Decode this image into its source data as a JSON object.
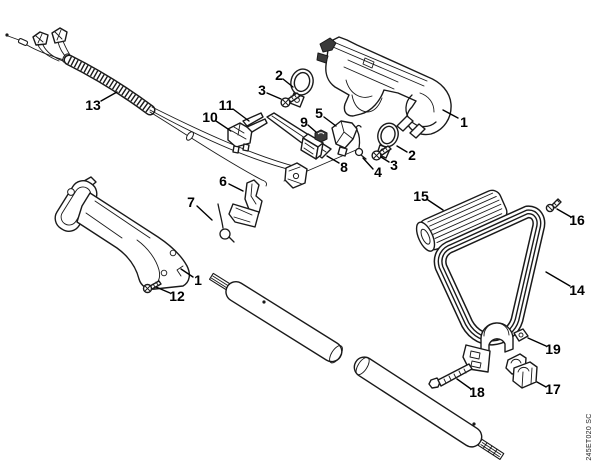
{
  "page": {
    "background": "#ffffff",
    "line_color": "#1a1a1a"
  },
  "footer": {
    "code": "245ET020 SC"
  },
  "callouts": [
    {
      "text": "13"
    },
    {
      "text": "10"
    },
    {
      "text": "11"
    },
    {
      "text": "2"
    },
    {
      "text": "3"
    },
    {
      "text": "5"
    },
    {
      "text": "9"
    },
    {
      "text": "8"
    },
    {
      "text": "4"
    },
    {
      "text": "3"
    },
    {
      "text": "2"
    },
    {
      "text": "1"
    },
    {
      "text": "6"
    },
    {
      "text": "7"
    },
    {
      "text": "1"
    },
    {
      "text": "12"
    },
    {
      "text": "15"
    },
    {
      "text": "16"
    },
    {
      "text": "14"
    },
    {
      "text": "19"
    },
    {
      "text": "17"
    },
    {
      "text": "18"
    }
  ]
}
